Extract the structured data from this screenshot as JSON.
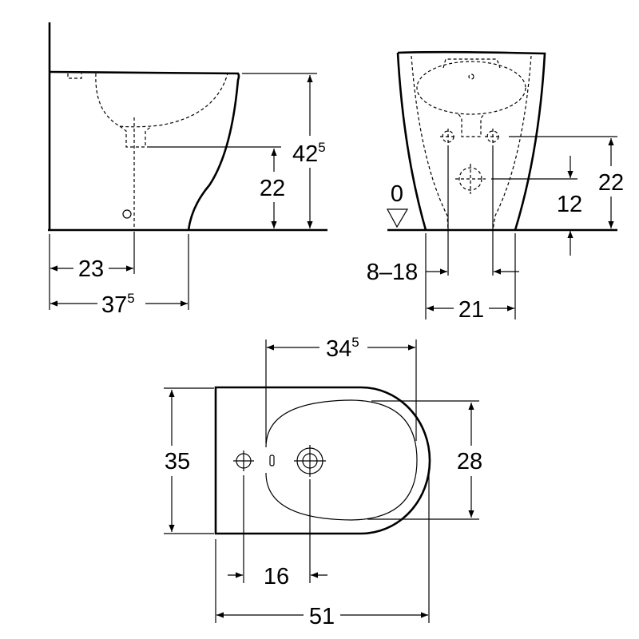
{
  "drawing": {
    "side_view": {
      "height_total": {
        "main": "42",
        "sup": "5"
      },
      "drain_height": "22",
      "drain_distance": "23",
      "depth_floor": {
        "main": "37",
        "sup": "5"
      }
    },
    "front_view": {
      "floor_level": "0",
      "supply_height": "22",
      "drain_height": "12",
      "supply_offset": "8–18",
      "base_width": "21"
    },
    "top_view": {
      "bowl_length": {
        "main": "34",
        "sup": "5"
      },
      "width": "35",
      "bowl_width": "28",
      "tap_hole_distance": "16",
      "overall_length": "51"
    }
  }
}
